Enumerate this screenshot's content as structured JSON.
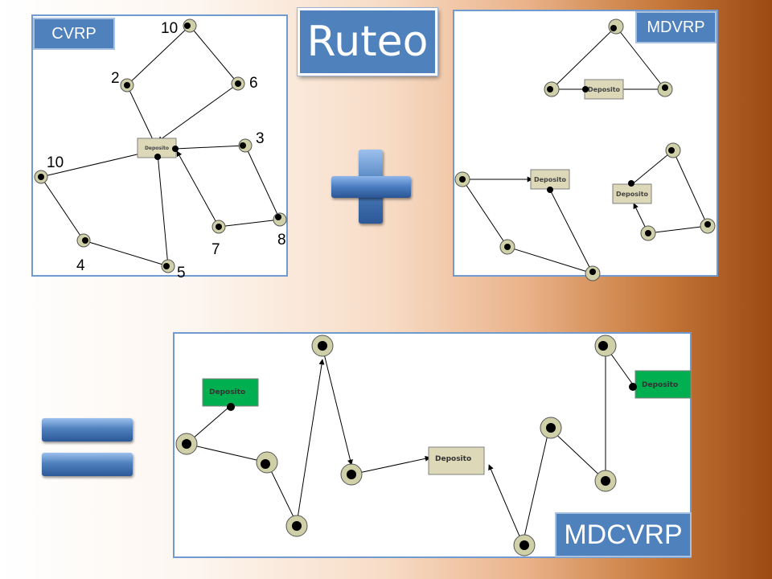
{
  "title": "Ruteo",
  "panels": {
    "cvrp": "CVRP",
    "mdvrp": "MDVRP",
    "mdcvrp": "MDCVRP"
  },
  "depot_label": "Deposito",
  "cvrp_demands": [
    "10",
    "2",
    "6",
    "3",
    "10",
    "8",
    "7",
    "4",
    "5"
  ],
  "colors": {
    "accent": "#4f81bd",
    "depot_gray": "#dcd8b8",
    "depot_green": "#00b050",
    "node_fill": "#cfcfa8"
  }
}
